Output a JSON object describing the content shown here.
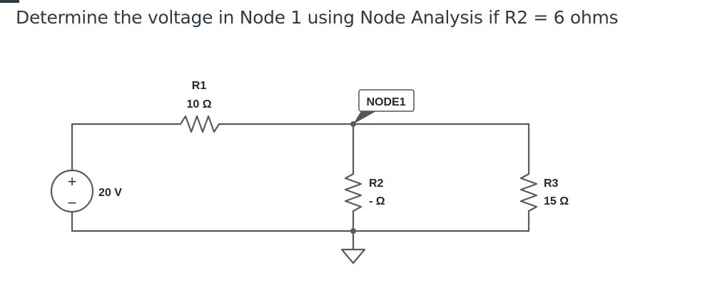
{
  "question": "Determine the voltage in Node 1 using Node Analysis if R2 = 6 ohms",
  "circuit": {
    "source": {
      "label": "20 V",
      "plus": "+",
      "minus": "−"
    },
    "r1": {
      "name": "R1",
      "value": "10 Ω"
    },
    "r2": {
      "name": "R2",
      "value": "- Ω"
    },
    "r3": {
      "name": "R3",
      "value": "15 Ω"
    },
    "node": {
      "label": "NODE1"
    }
  },
  "colors": {
    "wire": "#5a5a5a",
    "text": "#2d3b45"
  }
}
